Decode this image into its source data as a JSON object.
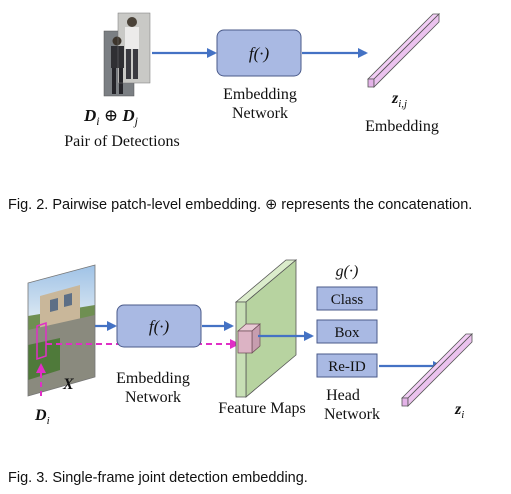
{
  "figure2": {
    "function_label": "f(·)",
    "network_label_line1": "Embedding",
    "network_label_line2": "Network",
    "input_formula": "D_i ⊕ D_j",
    "input_label": "Pair of Detections",
    "output_var": "z_{i,j}",
    "output_label": "Embedding",
    "caption": "Fig. 2. Pairwise patch-level embedding. ⊕ represents the concatenation."
  },
  "figure3": {
    "input_var": "X",
    "detection_var": "D_i",
    "function_label": "f(·)",
    "network_label_line1": "Embedding",
    "network_label_line2": "Network",
    "feature_maps_label": "Feature Maps",
    "head_function_label": "g(·)",
    "head_boxes": [
      "Class",
      "Box",
      "Re-ID"
    ],
    "head_label_line1": "Head",
    "head_label_line2": "Network",
    "output_var": "z_i",
    "caption": "Fig. 3. Single-frame joint detection embedding."
  },
  "colors": {
    "box_fill": "#a9b9e3",
    "box_stroke": "#4a5a8a",
    "arrow_blue": "#4472c4",
    "embedding_fill": "#f2cdf5",
    "feature_fill": "#c7dfb5",
    "dashed_magenta": "#e02fc6"
  }
}
